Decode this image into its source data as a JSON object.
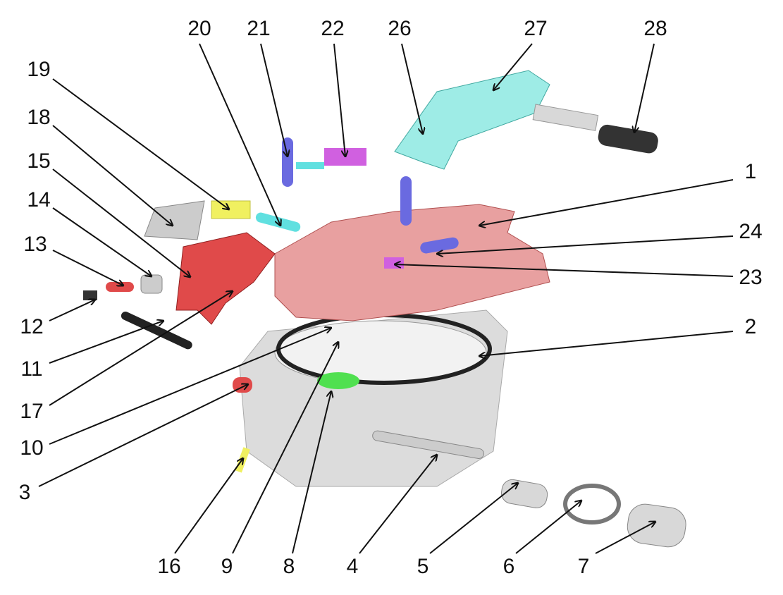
{
  "diagram": {
    "type": "exploded-assembly",
    "callouts": [
      "1",
      "2",
      "3",
      "4",
      "5",
      "6",
      "7",
      "8",
      "9",
      "10",
      "11",
      "12",
      "13",
      "14",
      "15",
      "16",
      "17",
      "18",
      "19",
      "20",
      "21",
      "22",
      "23",
      "24",
      "26",
      "27",
      "28"
    ],
    "colors": {
      "red_parts": "#e06a6a",
      "body": "#e89a9a",
      "base": "#d8d8d8",
      "arm": "#8ee8e0",
      "link": "#6a6ae0",
      "pin_magenta": "#d060e0",
      "pin_cyan": "#60e0e0",
      "yellow": "#f0f060",
      "green": "#50e050",
      "dark": "#333333"
    }
  }
}
